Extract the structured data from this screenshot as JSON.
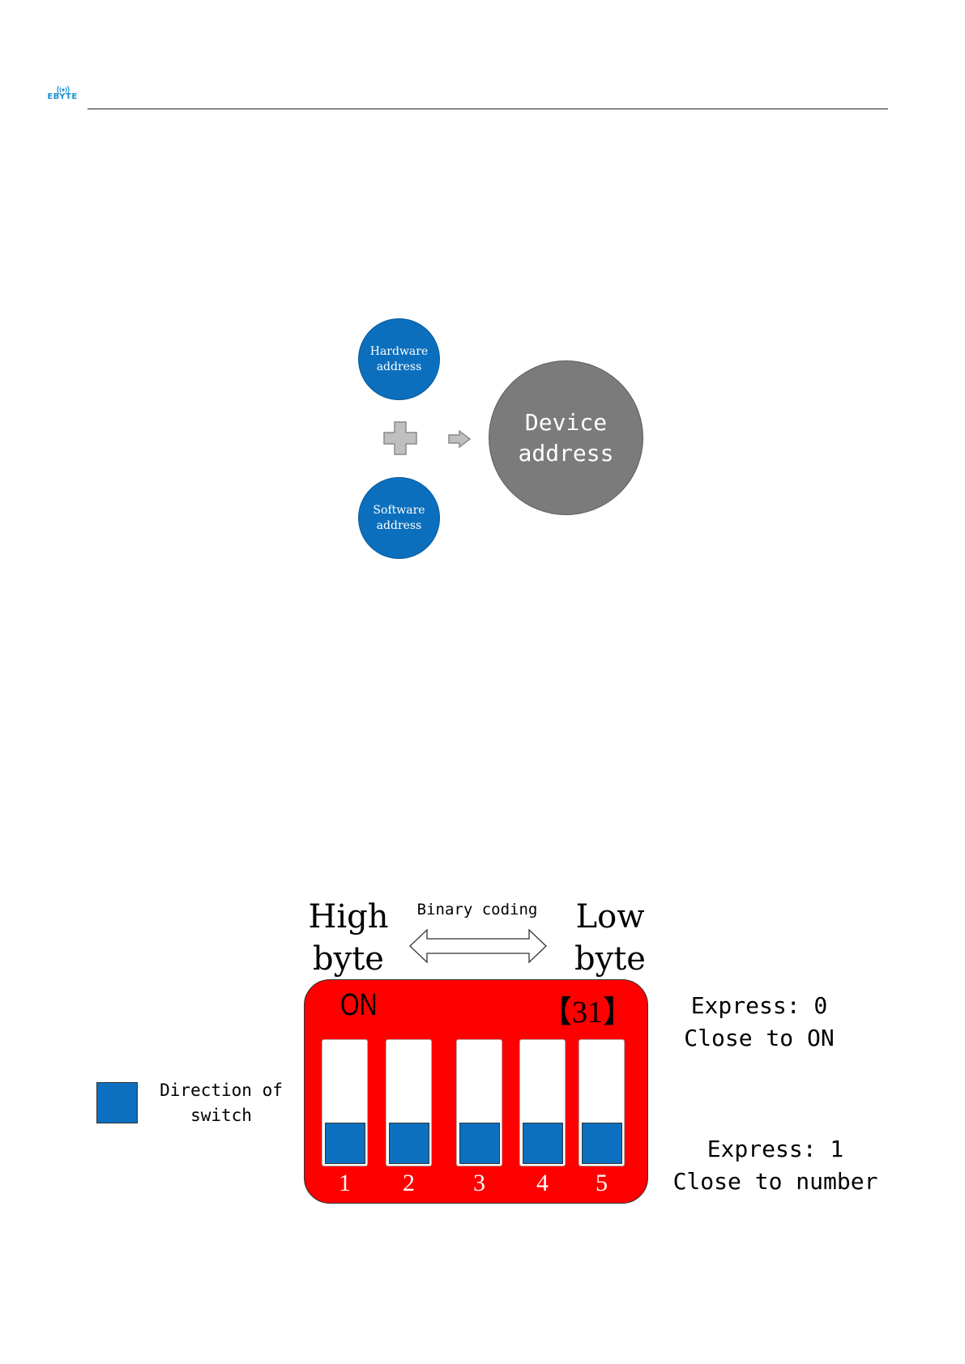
{
  "header": {
    "logo_text": "EBYTE",
    "brand_color": "#1a8fd1",
    "logo_icon": "wireless-signal-icon"
  },
  "address_diagram": {
    "hardware_line1": "Hardware",
    "hardware_line2": "address",
    "software_line1": "Software",
    "software_line2": "address",
    "device_line1": "Device",
    "device_line2": "address",
    "plus_icon": "plus-icon",
    "arrow_icon": "arrow-right-icon",
    "colors": {
      "small_circle": "#0b6fbd",
      "device_circle": "#7b7b7b",
      "plus": "#bfbfbf"
    }
  },
  "dip_diagram": {
    "high_line1": "High",
    "high_line2": "byte",
    "low_line1": "Low",
    "low_line2": "byte",
    "binary_coding": "Binary coding",
    "on_label": "ON",
    "value_label": "【31】",
    "switch_numbers": [
      "1",
      "2",
      "3",
      "4",
      "5"
    ],
    "express0_line1": "Express: 0",
    "express0_line2": "Close to ON",
    "express1_line1": "Express: 1",
    "express1_line2": "Close to number",
    "legend_line1": "Direction of",
    "legend_line2": "switch",
    "colors": {
      "body": "#fe0000",
      "knob": "#0c6fc0"
    }
  }
}
